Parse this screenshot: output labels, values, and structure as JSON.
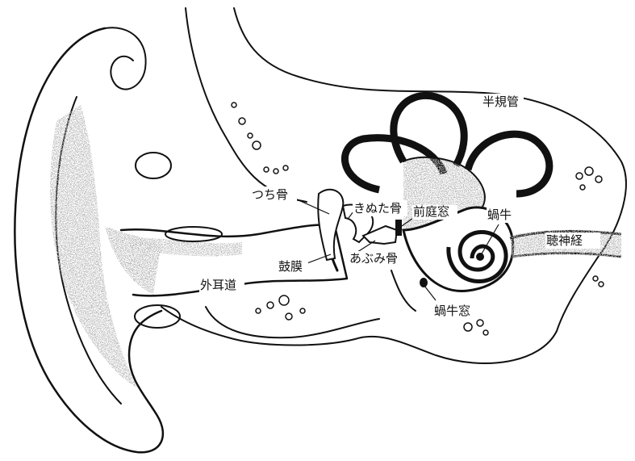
{
  "diagram": {
    "labels": {
      "semicircular_canals": "半規管",
      "malleus": "つち骨",
      "incus": "きぬた骨",
      "oval_window": "前庭窓",
      "cochlea": "蝸牛",
      "auditory_nerve": "聴神経",
      "eardrum": "鼓膜",
      "stapes": "あぶみ骨",
      "ear_canal": "外耳道",
      "round_window": "蝸牛窓"
    },
    "colors": {
      "ink": "#111111",
      "background": "#ffffff"
    }
  }
}
